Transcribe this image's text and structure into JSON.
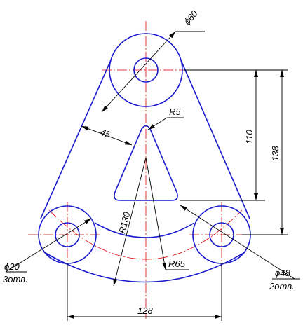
{
  "colors": {
    "contour": "#1a1acc",
    "centerline": "#e00000",
    "dimension": "#000000"
  },
  "dimensions": {
    "top_hole_dia": "ϕ60",
    "slot_radius": "R5",
    "wall_width": "45",
    "height_small": "110",
    "height_large": "138",
    "arc_radius_large": "R130",
    "arc_radius_inner": "R65",
    "hole_dia_small": "ϕ20",
    "hole_count_small": "3отв.",
    "hole_dia_large": "ϕ48",
    "hole_count_large": "2отв.",
    "base_width": "128"
  }
}
